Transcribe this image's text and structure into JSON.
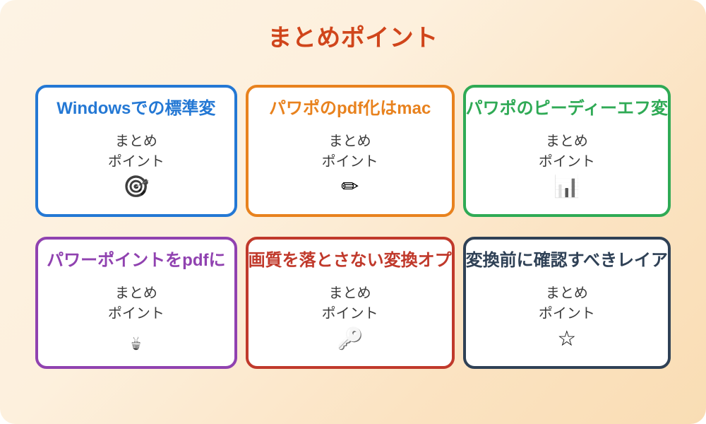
{
  "slide": {
    "title": "まとめポイント",
    "title_color": "#d0451b",
    "background_from": "#fdf3e4",
    "background_to": "#f9ddb4"
  },
  "cards": [
    {
      "title": "Windowsでの標準変",
      "body": "まとめ\nポイント",
      "icon": "dart-target-icon",
      "icon_glyph": "🎯",
      "accent": "#2478d4",
      "accent_name": "blue"
    },
    {
      "title": "パワポのpdf化はmac",
      "body": "まとめ\nポイント",
      "icon": "pencil-icon",
      "icon_glyph": "✏",
      "accent": "#e8821e",
      "accent_name": "orange"
    },
    {
      "title": "パワポのピーディーエフ変",
      "body": "まとめ\nポイント",
      "icon": "bar-chart-icon",
      "icon_glyph": "📊",
      "accent": "#2faa55",
      "accent_name": "green"
    },
    {
      "title": "パワーポイントをpdfに",
      "body": "まとめ\nポイント",
      "icon": "lightbulb-icon",
      "icon_glyph": "💡",
      "accent": "#9042b0",
      "accent_name": "purple"
    },
    {
      "title": "画質を落とさない変換オプ",
      "body": "まとめ\nポイント",
      "icon": "key-icon",
      "icon_glyph": "🔑",
      "accent": "#c0392b",
      "accent_name": "red"
    },
    {
      "title": "変換前に確認すべきレイア",
      "body": "まとめ\nポイント",
      "icon": "star-icon",
      "icon_glyph": "☆",
      "accent": "#2f4156",
      "accent_name": "navy"
    }
  ]
}
